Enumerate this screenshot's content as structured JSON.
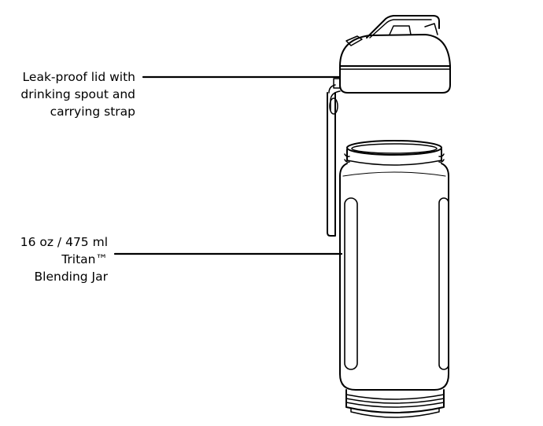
{
  "labels": {
    "lid": {
      "lines": [
        "Leak-proof lid with",
        "drinking spout and",
        "carrying strap"
      ]
    },
    "jar": {
      "lines": [
        "16 oz / 475 ml",
        "Tritan™",
        "Blending Jar"
      ]
    }
  },
  "colors": {
    "ink": "#000000",
    "background": "#ffffff"
  }
}
